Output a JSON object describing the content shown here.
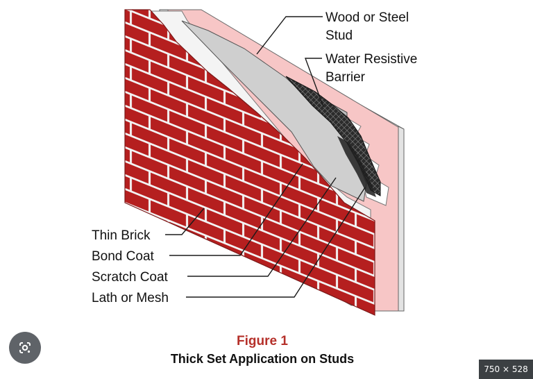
{
  "labels": {
    "stud_line1": "Wood or Steel",
    "stud_line2": "Stud",
    "wrb_line1": "Water Resistive",
    "wrb_line2": "Barrier",
    "thin_brick": "Thin Brick",
    "bond_coat": "Bond Coat",
    "scratch_coat": "Scratch Coat",
    "lath_mesh": "Lath or Mesh"
  },
  "caption": {
    "title": "Figure 1",
    "subtitle": "Thick Set Application on Studs"
  },
  "overlay": {
    "lens_icon": "google-lens-icon",
    "image_size": "750 × 528"
  },
  "colors": {
    "brick": "#b51f1f",
    "mortar": "#f3f3f3",
    "sheathing": "#f7c6c6",
    "coat": "#cfcfcf",
    "barrier": "#2b2b2b",
    "caption_title": "#b5302a"
  }
}
